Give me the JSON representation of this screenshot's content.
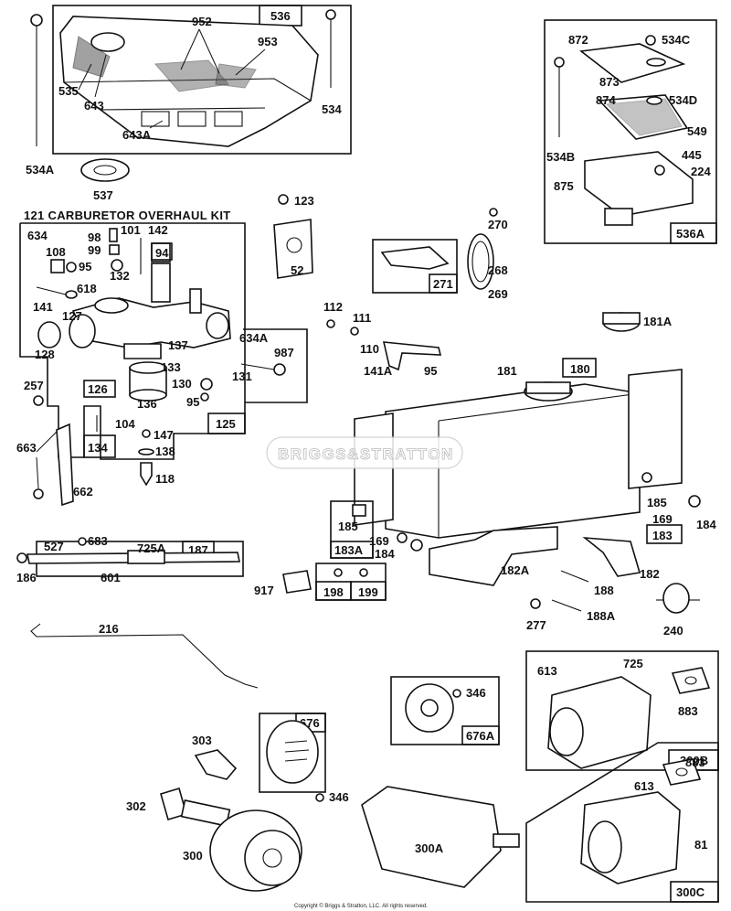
{
  "kit_title": "121 CARBURETOR OVERHAUL KIT",
  "watermark": "BRIGGS&STRATTON",
  "copyright": "Copyright © Briggs & Stratton, LLC. All rights reserved.",
  "labels": {
    "p536": "536",
    "p952": "952",
    "p953": "953",
    "p535": "535",
    "p643": "643",
    "p643A": "643A",
    "p534A": "534A",
    "p534": "534",
    "p537": "537",
    "p872": "872",
    "p534C": "534C",
    "p873": "873",
    "p874": "874",
    "p534D": "534D",
    "p549": "549",
    "p534B": "534B",
    "p445": "445",
    "p224": "224",
    "p875": "875",
    "p536A": "536A",
    "p123": "123",
    "p52": "52",
    "p270": "270",
    "p268": "268",
    "p269": "269",
    "p271": "271",
    "p181A": "181A",
    "p634": "634",
    "p108": "108",
    "p95a": "95",
    "p98": "98",
    "p101": "101",
    "p142": "142",
    "p99": "99",
    "p94": "94",
    "p132": "132",
    "p141": "141",
    "p618": "618",
    "p127": "127",
    "p128": "128",
    "p137": "137",
    "p634A": "634A",
    "p987": "987",
    "p131": "131",
    "p133": "133",
    "p130": "130",
    "p126": "126",
    "p136": "136",
    "p95b": "95",
    "p257": "257",
    "p104": "104",
    "p125": "125",
    "p147": "147",
    "p134": "134",
    "p138": "138",
    "p663": "663",
    "p118": "118",
    "p662": "662",
    "p112": "112",
    "p111": "111",
    "p110": "110",
    "p141A": "141A",
    "p95c": "95",
    "p181": "181",
    "p180": "180",
    "p185a": "185",
    "p169a": "169",
    "p184a": "184",
    "p183": "183",
    "p185b": "185",
    "p169b": "169",
    "p184b": "184",
    "p183A": "183A",
    "p527": "527",
    "p683": "683",
    "p725A": "725A",
    "p187": "187",
    "p186": "186",
    "p601": "601",
    "p917": "917",
    "p198": "198",
    "p199": "199",
    "p182A": "182A",
    "p188": "188",
    "p182": "182",
    "p277": "277",
    "p188A": "188A",
    "p240": "240",
    "p216": "216",
    "p346a": "346",
    "p676A": "676A",
    "p613a": "613",
    "p725": "725",
    "p883a": "883",
    "p300B": "300B",
    "p303": "303",
    "p676": "676",
    "p346b": "346",
    "p302": "302",
    "p300": "300",
    "p300A": "300A",
    "p883b": "883",
    "p613b": "613",
    "p81": "81",
    "p300C": "300C"
  }
}
